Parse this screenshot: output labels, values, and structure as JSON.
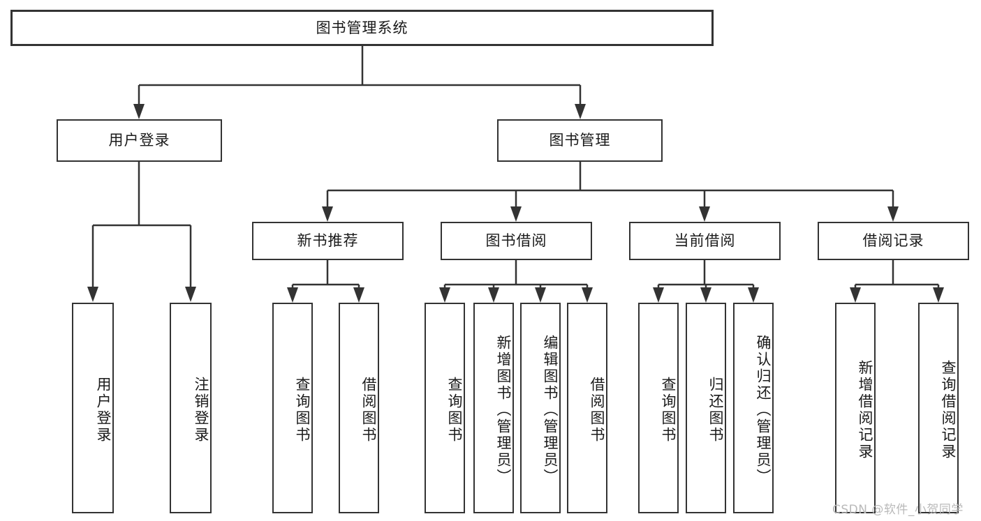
{
  "diagram": {
    "title": "图书管理系统",
    "type": "functional-structure-tree",
    "root": {
      "id": "root",
      "label": "图书管理系统"
    },
    "level2": [
      {
        "id": "user-login",
        "label": "用户登录"
      },
      {
        "id": "book-manage",
        "label": "图书管理"
      }
    ],
    "level3": [
      {
        "id": "new-book-rec",
        "label": "新书推荐",
        "parent": "book-manage"
      },
      {
        "id": "book-borrow",
        "label": "图书借阅",
        "parent": "book-manage"
      },
      {
        "id": "current-borrow",
        "label": "当前借阅",
        "parent": "book-manage"
      },
      {
        "id": "borrow-record",
        "label": "借阅记录",
        "parent": "book-manage"
      }
    ],
    "leaves": {
      "user_login": [
        {
          "id": "leaf-user-login",
          "label": "用户登录"
        },
        {
          "id": "leaf-user-logout",
          "label": "注销登录"
        }
      ],
      "new_book_rec": [
        {
          "id": "leaf-query-book-1",
          "label": "查询图书"
        },
        {
          "id": "leaf-borrow-book-1",
          "label": "借阅图书"
        }
      ],
      "book_borrow": [
        {
          "id": "leaf-query-book-2",
          "label": "查询图书"
        },
        {
          "id": "leaf-add-book",
          "label": "新增图书（管理员）"
        },
        {
          "id": "leaf-edit-book",
          "label": "编辑图书（管理员）"
        },
        {
          "id": "leaf-borrow-book-2",
          "label": "借阅图书"
        }
      ],
      "current_borrow": [
        {
          "id": "leaf-query-book-3",
          "label": "查询图书"
        },
        {
          "id": "leaf-return-book",
          "label": "归还图书"
        },
        {
          "id": "leaf-confirm-return",
          "label": "确认归还（管理员）"
        }
      ],
      "borrow_record": [
        {
          "id": "leaf-add-record",
          "label": "新增借阅记录"
        },
        {
          "id": "leaf-query-record",
          "label": "查询借阅记录"
        }
      ]
    }
  },
  "watermark": {
    "text": "CSDN @软件_小贺同学"
  },
  "colors": {
    "stroke": "#333333",
    "background": "#ffffff",
    "text": "#1a1a1a",
    "watermark": "#b9b9b9"
  }
}
